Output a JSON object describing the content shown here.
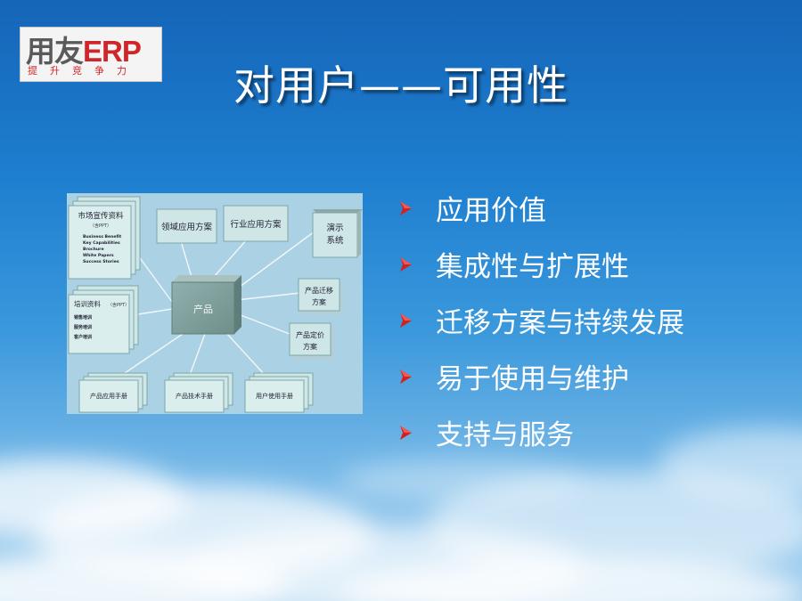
{
  "logo": {
    "brand_cn": "用友",
    "brand_en": "ERP",
    "tagline": "提升竞争力"
  },
  "title": "对用户——可用性",
  "diagram": {
    "center": "产品",
    "market_docs": {
      "title": "市场宣传资料",
      "subtitle": "（含PPT）",
      "items": [
        "Business Benefit",
        "Key Capabilities",
        "Brochure",
        "White Papers",
        "Success Stories"
      ]
    },
    "training_docs": {
      "title": "培训资料",
      "subtitle": "（含PPT）",
      "items": [
        "销售培训",
        "服务培训",
        "客户培训"
      ]
    },
    "domain_solution": "领域应用方案",
    "industry_solution": "行业应用方案",
    "demo_system": [
      "演示",
      "系统"
    ],
    "migration_plan": [
      "产品迁移",
      "方案"
    ],
    "pricing_plan": [
      "产品定价",
      "方案"
    ],
    "app_manual": "产品应用手册",
    "tech_manual": "产品技术手册",
    "user_manual": "用户使用手册"
  },
  "bullets": [
    "应用价值",
    "集成性与扩展性",
    "迁移方案与持续发展",
    "易于使用与维护",
    "支持与服务"
  ],
  "colors": {
    "bullet_red": "#d4201e",
    "title_text": "#ffffff",
    "diagram_bg": "#abd1e4",
    "box_fill": "#cfe6e6"
  }
}
